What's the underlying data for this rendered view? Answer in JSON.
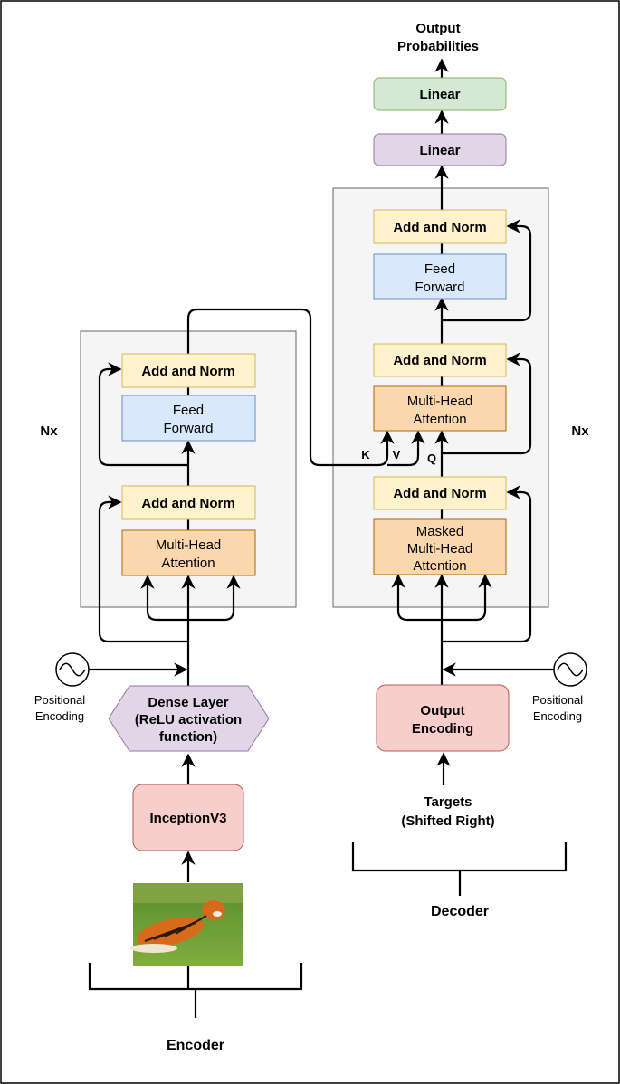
{
  "encoder": {
    "nx": "Nx",
    "add_norm_top": "Add and Norm",
    "feed_forward": [
      "Feed",
      "Forward"
    ],
    "add_norm_bottom": "Add and Norm",
    "mha": [
      "Multi-Head",
      "Attention"
    ],
    "positional": [
      "Positional",
      "Encoding"
    ],
    "dense": [
      "Dense Layer",
      "(ReLU activation",
      "function)"
    ],
    "inception": "InceptionV3",
    "caption": "Encoder"
  },
  "decoder": {
    "nx": "Nx",
    "output_probs": [
      "Output",
      "Probabilities"
    ],
    "linear_top": "Linear",
    "linear_bottom": "Linear",
    "add_norm_top": "Add and Norm",
    "feed_forward": [
      "Feed",
      "Forward"
    ],
    "add_norm_mid": "Add and Norm",
    "mha": [
      "Multi-Head",
      "Attention"
    ],
    "k": "K",
    "v": "V",
    "q": "Q",
    "add_norm_bottom": "Add and Norm",
    "masked_mha": [
      "Masked",
      "Multi-Head",
      "Attention"
    ],
    "positional": [
      "Positional",
      "Encoding"
    ],
    "output_encoding": [
      "Output",
      "Encoding"
    ],
    "targets": [
      "Targets",
      "(Shifted Right)"
    ],
    "caption": "Decoder"
  },
  "colors": {
    "add_norm_fill": "#fff2cc",
    "add_norm_stroke": "#d6b656",
    "ff_fill": "#dae8fc",
    "ff_stroke": "#6c8ebf",
    "mha_fill": "#fad7ac",
    "mha_stroke": "#b46504",
    "linear_green_fill": "#d5e8d4",
    "linear_green_stroke": "#82b366",
    "purple_fill": "#e1d5e7",
    "purple_stroke": "#9673a6",
    "pink_fill": "#f8cecc",
    "pink_stroke": "#b85450",
    "panel_fill": "#f5f5f5",
    "panel_stroke": "#666666"
  },
  "image": {
    "icon": "tiger-photo"
  }
}
